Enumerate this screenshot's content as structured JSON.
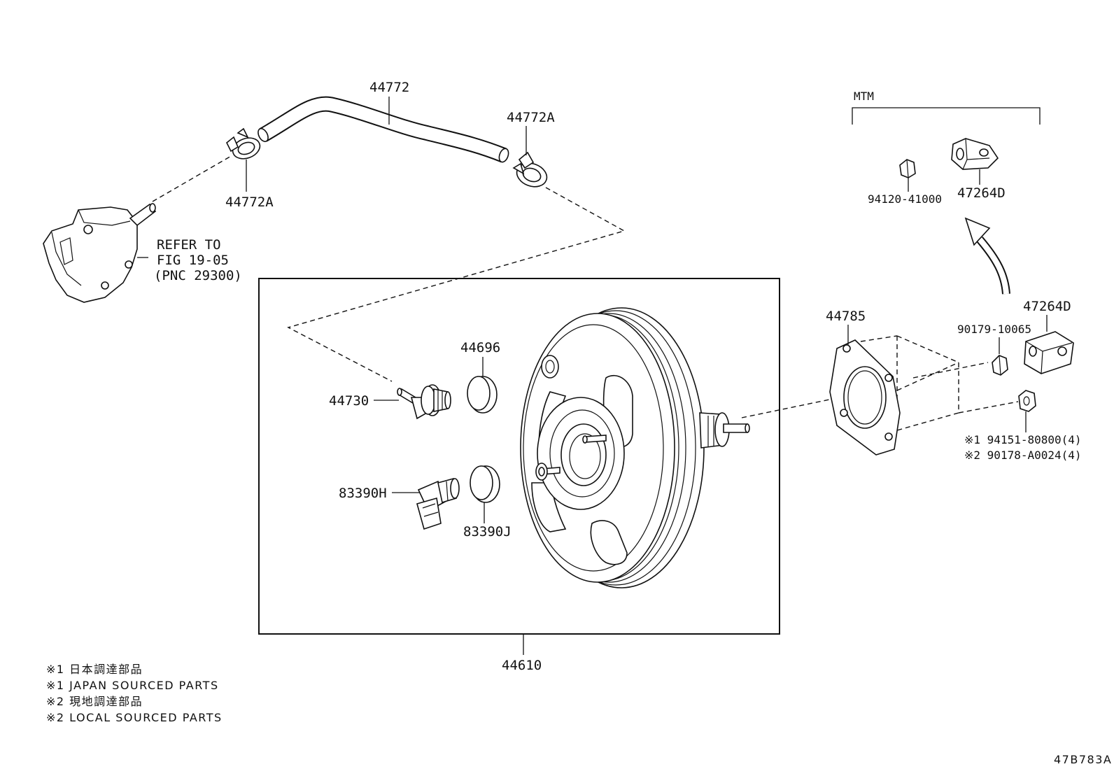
{
  "labels": {
    "p44772": "44772",
    "p44772a_left": "44772A",
    "p44772a_right": "44772A",
    "refer_line1": "REFER TO",
    "refer_line2": "FIG 19-05",
    "refer_line3": "(PNC 29300)",
    "p44696": "44696",
    "p44730": "44730",
    "p83390h": "83390H",
    "p83390j": "83390J",
    "p44610": "44610",
    "p44785": "44785",
    "mtm": "MTM",
    "p94120": "94120-41000",
    "p47264d_top": "47264D",
    "p47264d_mid": "47264D",
    "p90179": "90179-10065",
    "p94151": "※1 94151-80800(4)",
    "p90178": "※2 90178-A0024(4)",
    "diagram_code": "47B783A"
  },
  "notes": [
    "※1 日本調達部品",
    "※1 JAPAN SOURCED PARTS",
    "※2 現地調達部品",
    "※2 LOCAL SOURCED PARTS"
  ],
  "colors": {
    "ink": "#111111",
    "paper": "#ffffff"
  }
}
